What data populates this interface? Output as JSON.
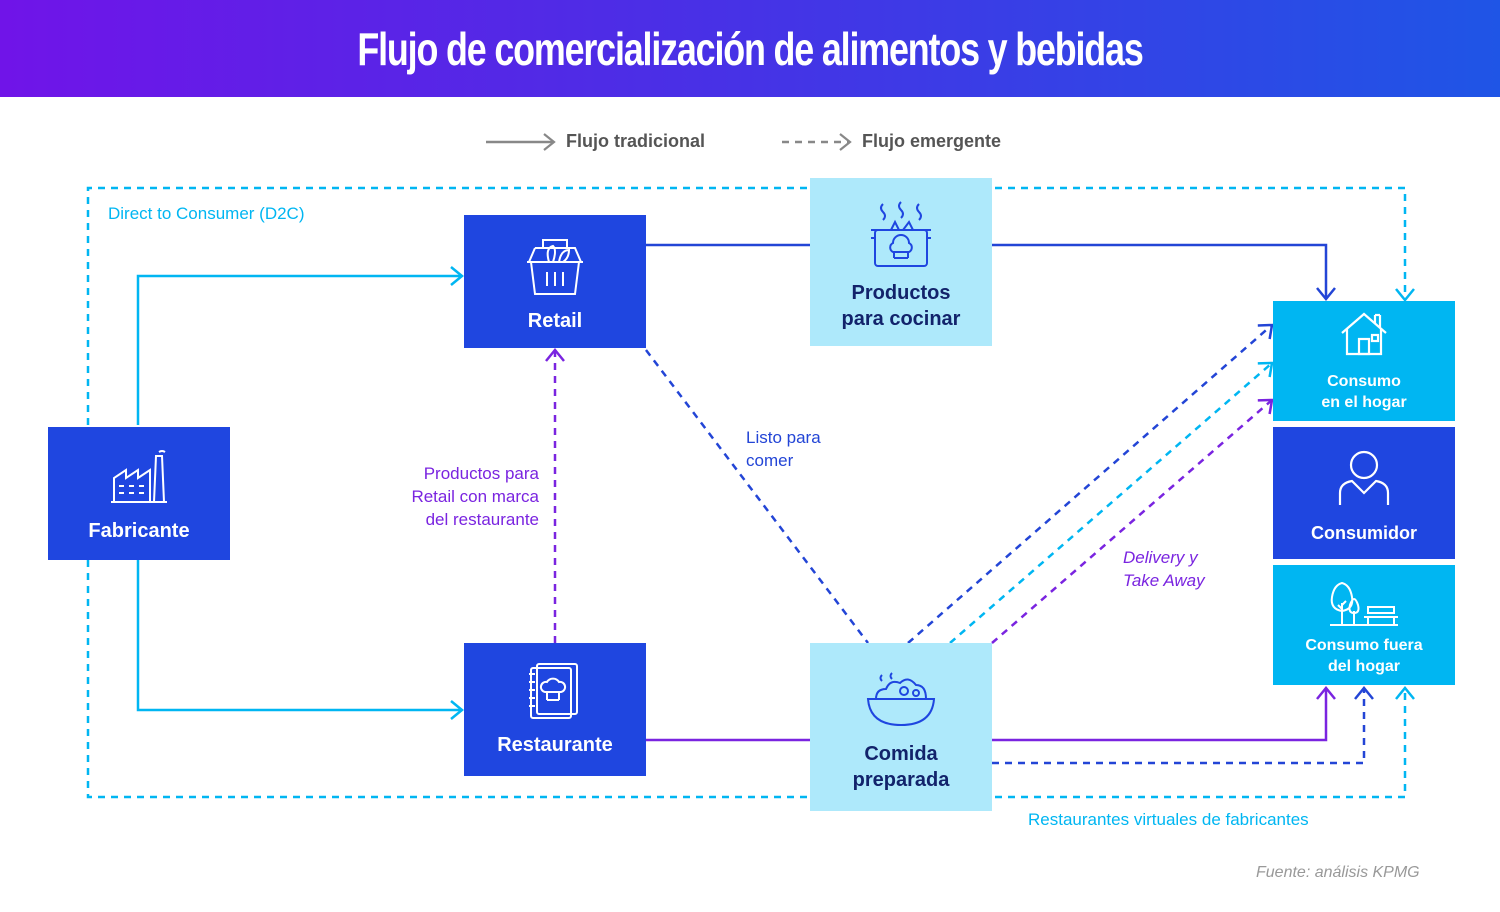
{
  "title": "Flujo de comercialización de alimentos y bebidas",
  "legend": {
    "traditional": "Flujo tradicional",
    "emergent": "Flujo emergente"
  },
  "nodes": {
    "fabricante": "Fabricante",
    "retail": "Retail",
    "restaurante": "Restaurante",
    "productos_cocinar": [
      "Productos",
      "para cocinar"
    ],
    "comida_preparada": [
      "Comida",
      "preparada"
    ],
    "consumo_hogar": [
      "Consumo",
      "en el hogar"
    ],
    "consumidor": "Consumidor",
    "consumo_fuera": [
      "Consumo fuera",
      "del hogar"
    ]
  },
  "labels": {
    "d2c": "Direct to Consumer (D2C)",
    "listo": [
      "Listo para",
      "comer"
    ],
    "productos_retail": [
      "Productos para",
      "Retail con marca",
      "del restaurante"
    ],
    "delivery": [
      "Delivery y",
      "Take Away"
    ],
    "virtuales": "Restaurantes virtuales de fabricantes",
    "source": "Fuente: análisis KPMG"
  },
  "colors": {
    "dark_blue": "#1f46e0",
    "light_blue": "#aee9fb",
    "cyan": "#00b6f2",
    "purple": "#7a24e0",
    "header_start": "#7014e8",
    "header_end": "#1f55e6"
  },
  "icons": [
    "factory-icon",
    "basket-icon",
    "pot-icon",
    "menu-book-icon",
    "bowl-icon",
    "house-icon",
    "person-icon",
    "park-icon"
  ]
}
